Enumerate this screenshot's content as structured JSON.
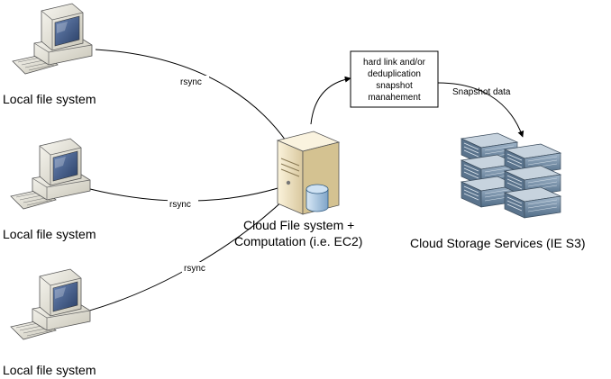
{
  "nodes": {
    "local_1": {
      "label": "Local file system",
      "icon": "desktop-computer-icon"
    },
    "local_2": {
      "label": "Local file system",
      "icon": "desktop-computer-icon"
    },
    "local_3": {
      "label": "Local file system",
      "icon": "desktop-computer-icon"
    },
    "cloud_fs": {
      "label_line1": "Cloud File system +",
      "label_line2": "Computation (i.e. EC2)",
      "icon": "server-with-database-icon"
    },
    "process_box": {
      "line1": "hard link and/or",
      "line2": "deduplication",
      "line3": "snapshot",
      "line4": "manahement"
    },
    "cloud_storage": {
      "label": "Cloud Storage Services (IE S3)",
      "icon": "server-rack-cluster-icon"
    }
  },
  "edges": {
    "rsync_1": "rsync",
    "rsync_2": "rsync",
    "rsync_3": "rsync",
    "snapshot": "Snapshot data"
  },
  "colors": {
    "line": "#000000",
    "monitor_beige": "#e6e4da",
    "screen_blue": "#3d5a8a",
    "server_beige": "#efe4c8",
    "rack_blue": "#6d8aa6",
    "db_blue": "#9fc0e0"
  }
}
